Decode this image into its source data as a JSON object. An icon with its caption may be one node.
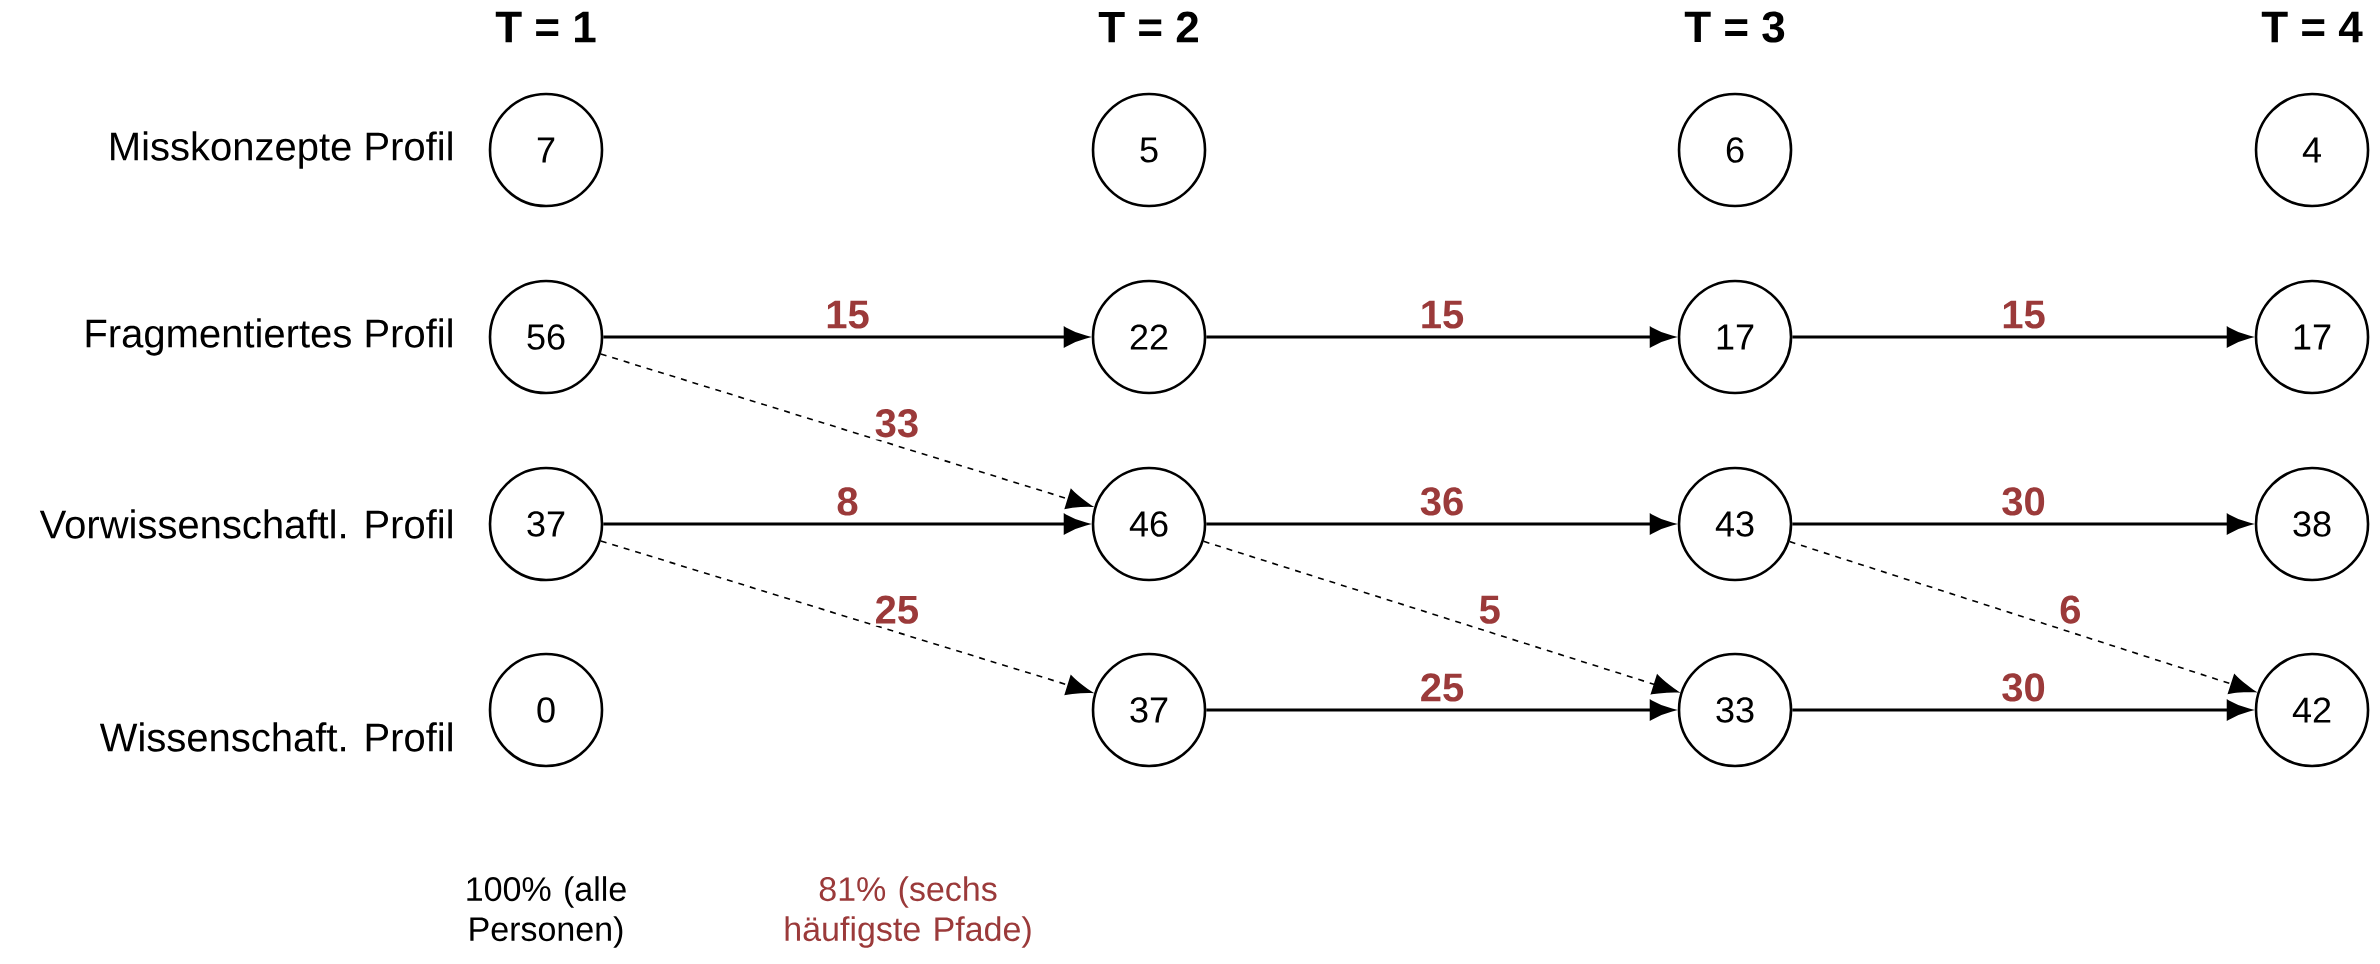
{
  "diagram": {
    "nodes": [
      {
        "text": [
          "7"
        ]
      },
      {
        "text": [
          "5"
        ]
      },
      {
        "text": [
          "6"
        ]
      },
      {
        "text": [
          "4"
        ]
      },
      {
        "text": [
          "56"
        ]
      },
      {
        "text": [
          "22"
        ]
      },
      {
        "text": [
          "17"
        ]
      },
      {
        "text": [
          "17"
        ]
      },
      {
        "text": [
          "37"
        ]
      },
      {
        "text": [
          "46"
        ]
      },
      {
        "text": [
          "43"
        ]
      },
      {
        "text": [
          "38"
        ]
      },
      {
        "text": [
          "0"
        ]
      },
      {
        "text": [
          "37"
        ]
      },
      {
        "text": [
          "33"
        ]
      },
      {
        "text": [
          "42"
        ]
      }
    ],
    "edges": [
      {
        "from": 4,
        "to": 5,
        "arrow": "to",
        "label": "15"
      },
      {
        "from": 5,
        "to": 6,
        "arrow": "to",
        "label": "15"
      },
      {
        "from": 6,
        "to": 7,
        "arrow": "to",
        "label": "15"
      },
      {
        "from": 4,
        "to": 9,
        "arrow": "to",
        "label": "33",
        "style": "dashed"
      },
      {
        "from": 8,
        "to": 9,
        "arrow": "to",
        "label": "8"
      },
      {
        "from": 9,
        "to": 10,
        "arrow": "to",
        "label": "36"
      },
      {
        "from": 10,
        "to": 11,
        "arrow": "to",
        "label": "30"
      },
      {
        "from": 8,
        "to": 13,
        "arrow": "to",
        "label": "25",
        "style": "dashed"
      },
      {
        "from": 9,
        "to": 14,
        "arrow": "to",
        "label": "5",
        "style": "dashed"
      },
      {
        "from": 10,
        "to": 15,
        "arrow": "to",
        "label": "6",
        "style": "dashed"
      },
      {
        "from": 13,
        "to": 14,
        "arrow": "to",
        "label": "25"
      },
      {
        "from": 14,
        "to": 15,
        "arrow": "to",
        "label": "30"
      }
    ],
    "labels": [
      "T = 1",
      "T = 2",
      "T = 3",
      "T = 4",
      "Misskonzepte Profil",
      "Fragmentiertes Profil",
      "Vorwissenschaftl. Profil",
      "Wissenschaft. Profil",
      "100% (alle Personen)",
      "81% (sechs häufigste Pfade)"
    ]
  }
}
